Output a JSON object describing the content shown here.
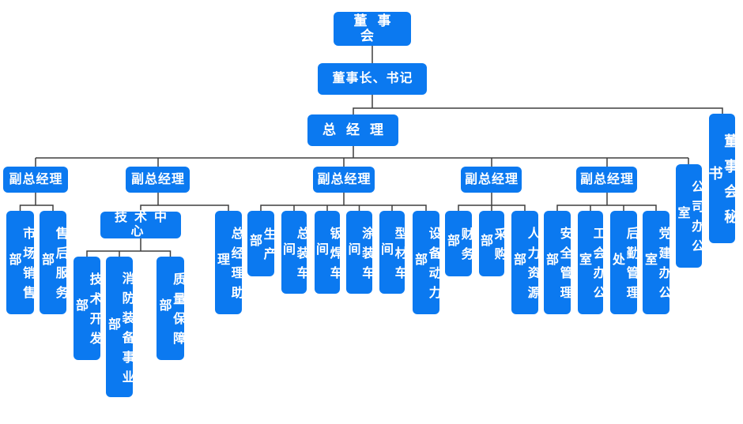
{
  "colors": {
    "node_fill": "#0b79f0",
    "node_text": "#ffffff",
    "connector_line": "#3e3e3e",
    "background": "#ffffff"
  },
  "nodes": {
    "board": {
      "label": "董事会"
    },
    "chairman": {
      "label": "董事长、书记"
    },
    "gm": {
      "label": "总经理"
    },
    "board_secretary": {
      "label": "董事会秘书"
    },
    "vp1": {
      "label": "副总经理"
    },
    "vp2": {
      "label": "副总经理"
    },
    "vp3": {
      "label": "副总经理"
    },
    "vp4": {
      "label": "副总经理"
    },
    "vp5": {
      "label": "副总经理"
    },
    "company_office": {
      "label": "公司办公室"
    },
    "marketing_sales": {
      "label": "市场销售部"
    },
    "after_sales": {
      "label": "售后服务部"
    },
    "tech_center": {
      "label": "技术中心"
    },
    "gm_assistant": {
      "label": "总经理助理"
    },
    "tech_dev": {
      "label": "技术开发部"
    },
    "fire_equipment": {
      "label": "消防装备事业部"
    },
    "quality": {
      "label": "质量保障部"
    },
    "production": {
      "label": "生产部"
    },
    "assembly_shop": {
      "label": "总装车间"
    },
    "sheet_welding_shop": {
      "label": "钣焊车间"
    },
    "painting_shop": {
      "label": "涂装车间"
    },
    "profile_shop": {
      "label": "型材车间"
    },
    "equipment_power": {
      "label": "设备动力部"
    },
    "finance": {
      "label": "财务部"
    },
    "purchasing": {
      "label": "采购部"
    },
    "hr": {
      "label": "人力资源部"
    },
    "safety": {
      "label": "安全管理部"
    },
    "union_office": {
      "label": "工会办公室"
    },
    "logistics": {
      "label": "后勤管理处"
    },
    "party_building": {
      "label": "党建办公室"
    }
  },
  "structure": {
    "board": [
      "chairman"
    ],
    "chairman": [
      "gm",
      "board_secretary"
    ],
    "gm": [
      "vp1",
      "vp2",
      "vp3",
      "vp4",
      "vp5",
      "company_office"
    ],
    "vp1": [
      "marketing_sales",
      "after_sales"
    ],
    "vp2": [
      "tech_center",
      "gm_assistant"
    ],
    "tech_center": [
      "tech_dev",
      "fire_equipment",
      "quality"
    ],
    "vp3": [
      "production",
      "assembly_shop",
      "sheet_welding_shop",
      "painting_shop",
      "profile_shop",
      "equipment_power"
    ],
    "vp4": [
      "finance",
      "purchasing",
      "hr"
    ],
    "vp5": [
      "safety",
      "union_office",
      "logistics",
      "party_building"
    ]
  }
}
